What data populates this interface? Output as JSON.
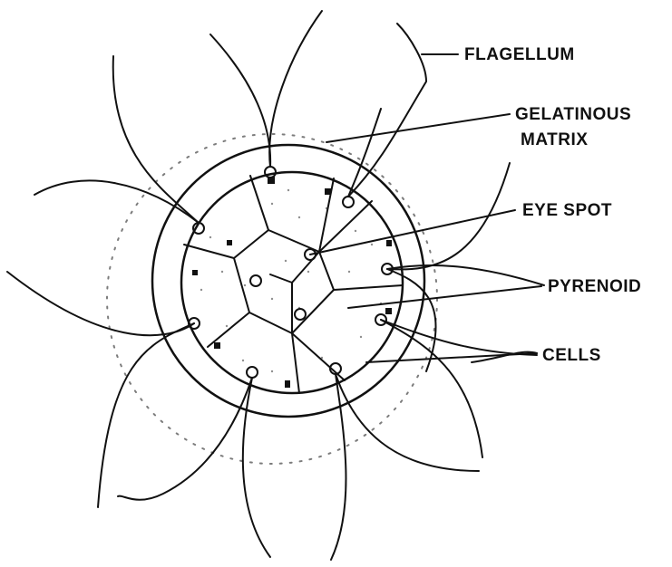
{
  "diagram": {
    "labels": {
      "flagellum": "FLAGELLUM",
      "gelatinous": "GELATINOUS",
      "matrix": "MATRIX",
      "eye_spot": "EYE SPOT",
      "pyrenoid": "PYRENOID",
      "cells": "CELLS"
    },
    "colors": {
      "ink": "#111111",
      "background": "#ffffff"
    }
  }
}
